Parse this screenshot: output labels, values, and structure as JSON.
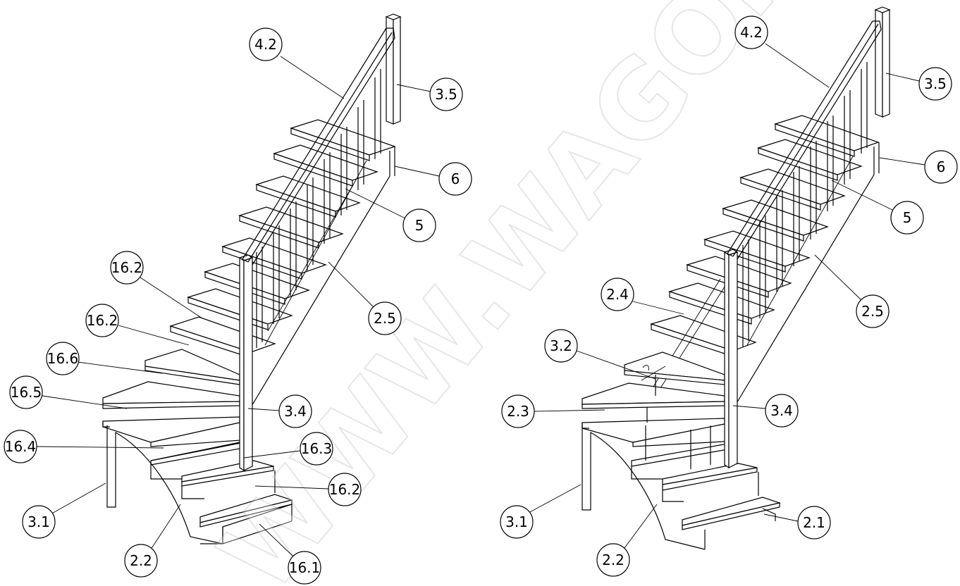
{
  "watermark": "WWW.WAGONKA.RU",
  "left_view": {
    "callouts": [
      "4.2",
      "3.5",
      "6",
      "5",
      "16.2",
      "2.5",
      "16.2",
      "16.6",
      "16.5",
      "3.4",
      "16.4",
      "16.3",
      "16.2",
      "3.1",
      "2.2",
      "16.1"
    ]
  },
  "right_view": {
    "callouts": [
      "4.2",
      "3.5",
      "6",
      "5",
      "2.5",
      "2.4",
      "3.2",
      "2.3",
      "3.4",
      "3.1",
      "2.2",
      "2.1"
    ]
  }
}
